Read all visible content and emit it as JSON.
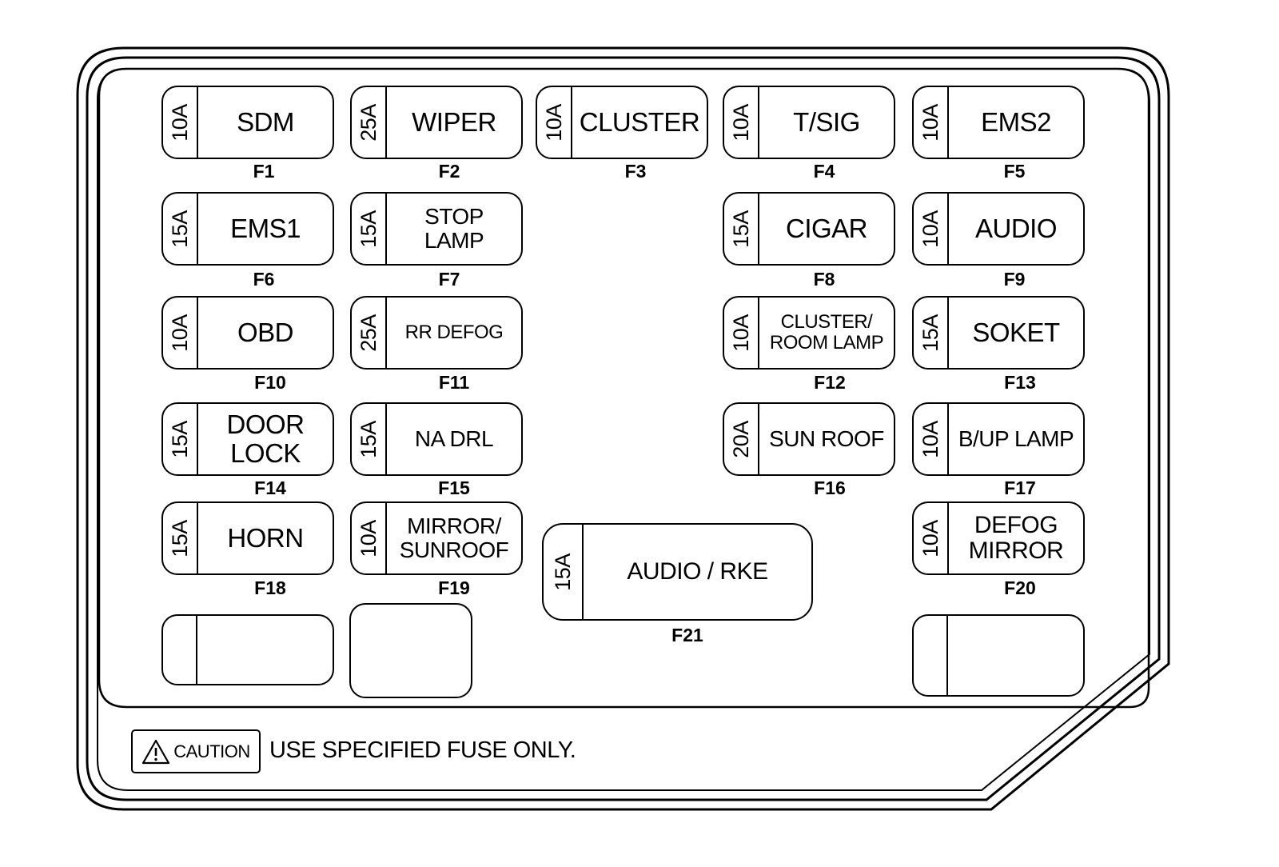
{
  "fuse_panel": {
    "fuses": [
      {
        "code": "F1",
        "amp": "10A",
        "name": "SDM"
      },
      {
        "code": "F2",
        "amp": "25A",
        "name": "WIPER"
      },
      {
        "code": "F3",
        "amp": "10A",
        "name": "CLUSTER"
      },
      {
        "code": "F4",
        "amp": "10A",
        "name": "T/SIG"
      },
      {
        "code": "F5",
        "amp": "10A",
        "name": "EMS2"
      },
      {
        "code": "F6",
        "amp": "15A",
        "name": "EMS1"
      },
      {
        "code": "F7",
        "amp": "15A",
        "name": "STOP\nLAMP"
      },
      {
        "code": "F8",
        "amp": "15A",
        "name": "CIGAR"
      },
      {
        "code": "F9",
        "amp": "10A",
        "name": "AUDIO"
      },
      {
        "code": "F10",
        "amp": "10A",
        "name": "OBD"
      },
      {
        "code": "F11",
        "amp": "25A",
        "name": "RR DEFOG"
      },
      {
        "code": "F12",
        "amp": "10A",
        "name": "CLUSTER/\nROOM LAMP"
      },
      {
        "code": "F13",
        "amp": "15A",
        "name": "SOKET"
      },
      {
        "code": "F14",
        "amp": "15A",
        "name": "DOOR\nLOCK"
      },
      {
        "code": "F15",
        "amp": "15A",
        "name": "NA DRL"
      },
      {
        "code": "F16",
        "amp": "20A",
        "name": "SUN ROOF"
      },
      {
        "code": "F17",
        "amp": "10A",
        "name": "B/UP LAMP"
      },
      {
        "code": "F18",
        "amp": "15A",
        "name": "HORN"
      },
      {
        "code": "F19",
        "amp": "10A",
        "name": "MIRROR/\nSUNROOF"
      },
      {
        "code": "F20",
        "amp": "10A",
        "name": "DEFOG\nMIRROR"
      },
      {
        "code": "F21",
        "amp": "15A",
        "name": "AUDIO / RKE"
      }
    ],
    "caution": {
      "badge": "CAUTION",
      "text": "USE SPECIFIED FUSE ONLY."
    }
  }
}
